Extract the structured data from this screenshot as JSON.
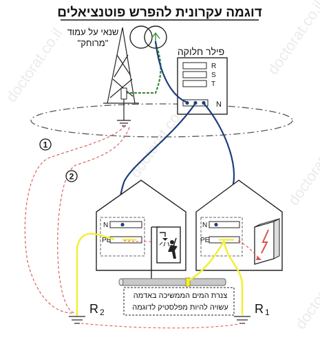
{
  "title": "דוגמה עקרונית להפרש פוטנציאלים",
  "transformer_label": [
    "שנאי על עמוד",
    "\"מרוחק\""
  ],
  "panel": {
    "label": "פילר חלוקה",
    "phases": [
      "R",
      "S",
      "T"
    ],
    "neutral": "N"
  },
  "house_left": {
    "n_label": "N",
    "pe_label": "PE"
  },
  "house_right": {
    "n_label": "N",
    "pe_label": "PE"
  },
  "paths": [
    "1",
    "2"
  ],
  "grounds": {
    "left": {
      "letter": "R",
      "sub": "2"
    },
    "right": {
      "letter": "R",
      "sub": "1"
    }
  },
  "pipe_note": [
    "צנרת המים הממשיכה באדמה",
    "עשויה להיות מפלסטיק לדוגמה"
  ],
  "watermark": "doctorat.co.il",
  "colors": {
    "neutral_wire": "#1f3d7a",
    "pe_wire": "#f2ef3a",
    "fault_path": "#d9534f",
    "ground_ring": "#555555",
    "pipe": "#c9c9c9"
  }
}
